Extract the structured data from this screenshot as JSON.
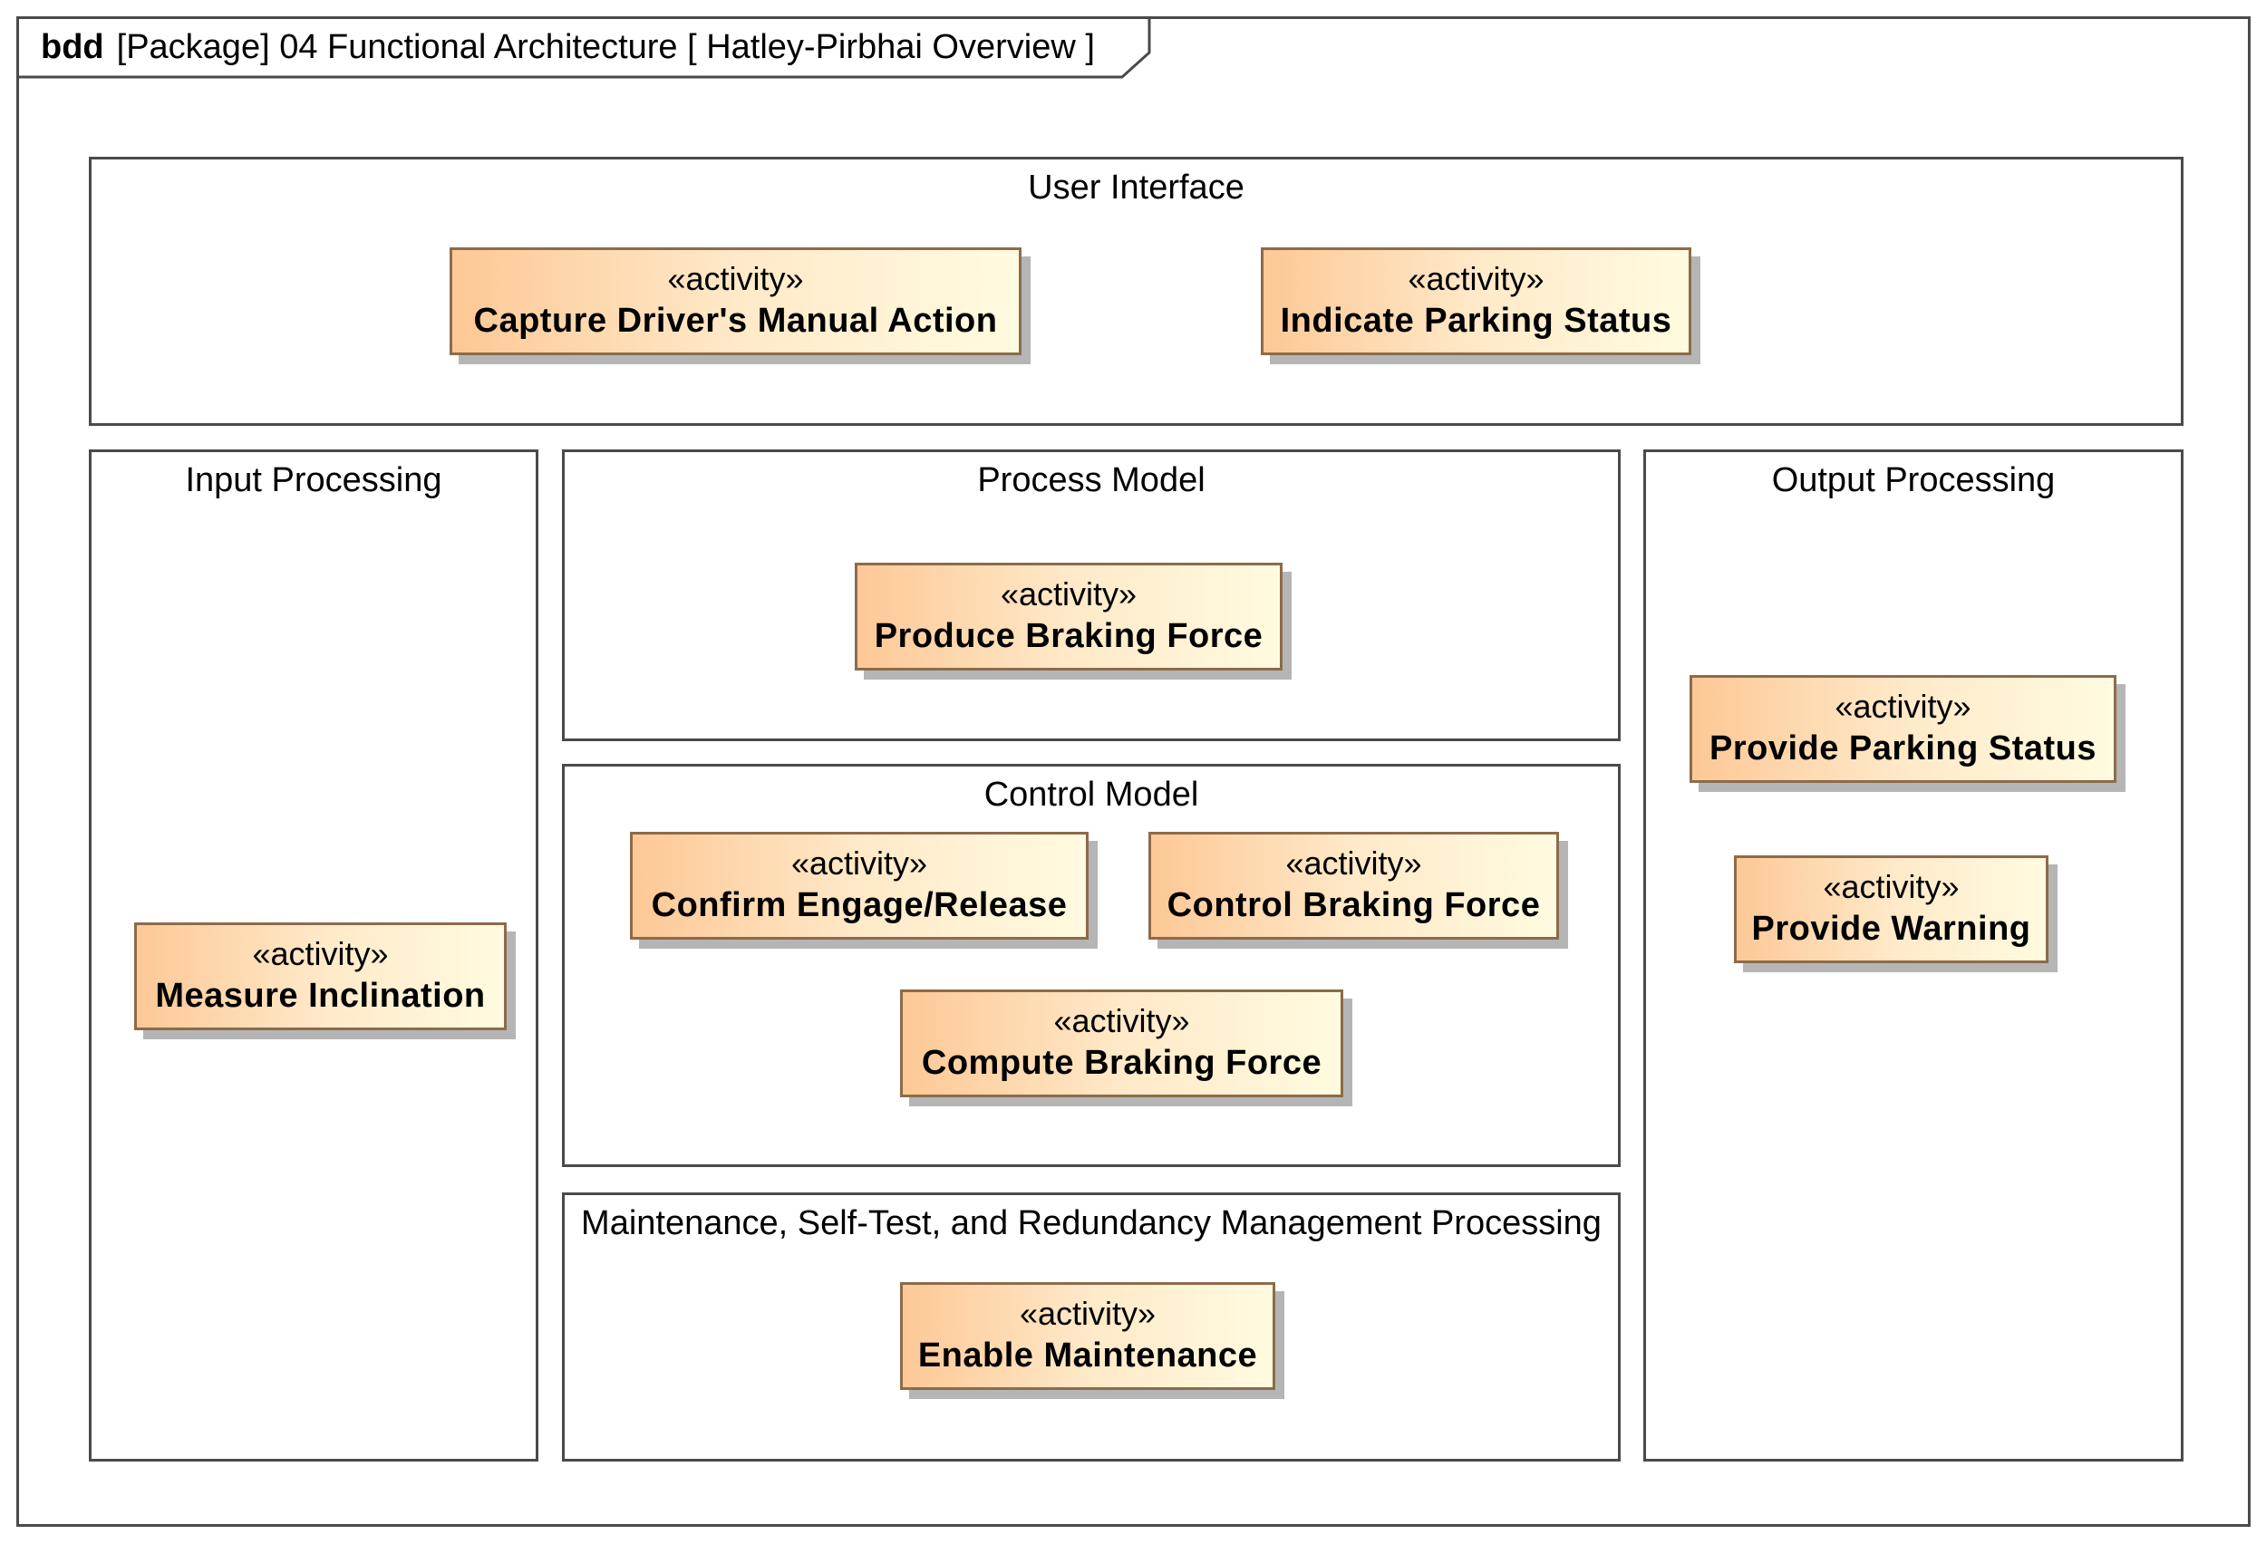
{
  "diagram": {
    "frame": {
      "kind": "bdd",
      "label": "[Package] 04 Functional Architecture [ Hatley-Pirbhai Overview  ]"
    },
    "regions": {
      "user_interface": {
        "title": "User Interface",
        "blocks": [
          {
            "stereotype": "«activity»",
            "name": "Capture Driver's Manual Action"
          },
          {
            "stereotype": "«activity»",
            "name": "Indicate Parking Status"
          }
        ]
      },
      "input_processing": {
        "title": "Input Processing",
        "blocks": [
          {
            "stereotype": "«activity»",
            "name": "Measure Inclination"
          }
        ]
      },
      "process_model": {
        "title": "Process Model",
        "blocks": [
          {
            "stereotype": "«activity»",
            "name": "Produce Braking Force"
          }
        ]
      },
      "control_model": {
        "title": "Control Model",
        "blocks": [
          {
            "stereotype": "«activity»",
            "name": "Confirm Engage/Release"
          },
          {
            "stereotype": "«activity»",
            "name": "Control Braking Force"
          },
          {
            "stereotype": "«activity»",
            "name": "Compute Braking Force"
          }
        ]
      },
      "maintenance": {
        "title": "Maintenance, Self-Test, and Redundancy Management Processing",
        "blocks": [
          {
            "stereotype": "«activity»",
            "name": "Enable Maintenance"
          }
        ]
      },
      "output_processing": {
        "title": "Output Processing",
        "blocks": [
          {
            "stereotype": "«activity»",
            "name": "Provide Parking Status"
          },
          {
            "stereotype": "«activity»",
            "name": "Provide Warning"
          }
        ]
      }
    }
  }
}
